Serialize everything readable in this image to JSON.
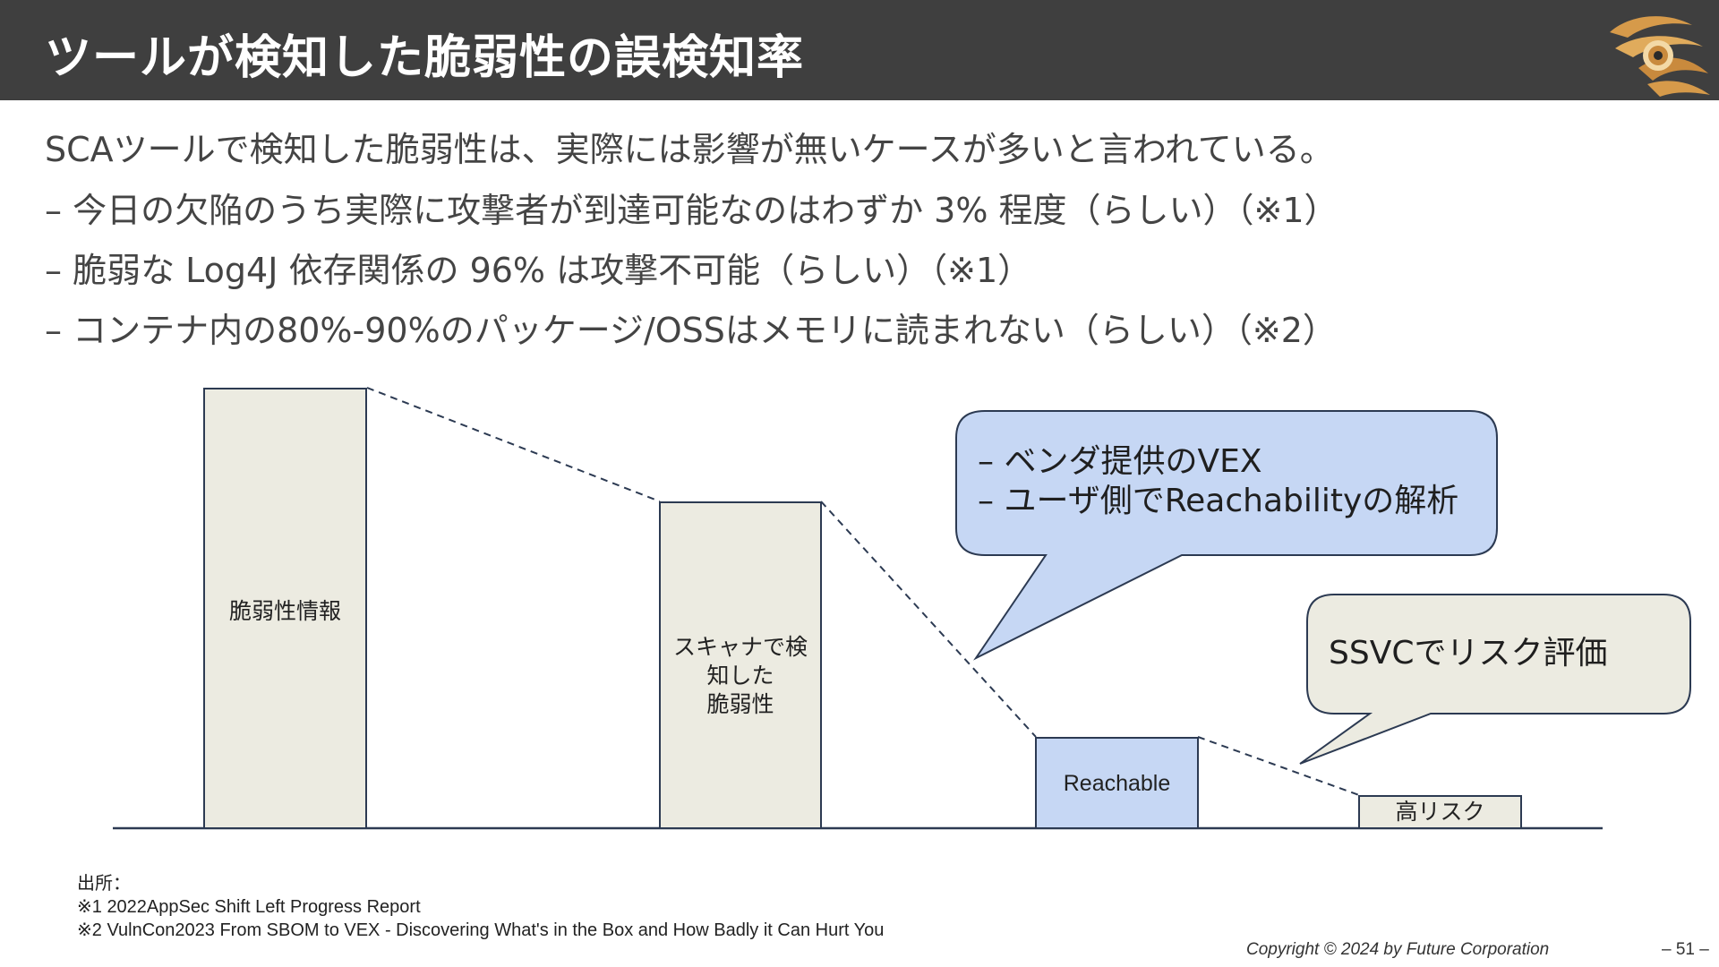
{
  "header": {
    "title": "ツールが検知した脆弱性の誤検知率"
  },
  "body": {
    "intro": "SCAツールで検知した脆弱性は、実際には影響が無いケースが多いと言われている。",
    "bullets": [
      "– 今日の欠陥のうち実際に攻撃者が到達可能なのはわずか 3% 程度（らしい）（※1）",
      "– 脆弱な Log4J 依存関係の 96% は攻撃不可能（らしい）（※1）",
      "– コンテナ内の80%-90%のパッケージ/OSSはメモリに読まれない（らしい）（※2）"
    ]
  },
  "diagram": {
    "stages": [
      {
        "label": "脆弱性情報",
        "color": "#ecebe1"
      },
      {
        "label": "スキャナで検\n知した\n脆弱性",
        "color": "#ecebe1"
      },
      {
        "label": "Reachable",
        "color": "#c6d7f4"
      },
      {
        "label": "高リスク",
        "color": "#ecebe1"
      }
    ],
    "callout_vex": {
      "lines": [
        "– ベンダ提供のVEX",
        "– ユーザ側でReachabilityの解析"
      ],
      "color": "#c6d7f4"
    },
    "callout_ssvc": {
      "text": "SSVCでリスク評価",
      "color": "#ecebe1"
    }
  },
  "footer": {
    "sources_heading": "出所：",
    "sources": [
      "※1 2022AppSec Shift Left Progress Report",
      "※2 VulnCon2023 From SBOM to VEX - Discovering What's in the Box and How Badly it Can Hurt You"
    ],
    "copyright": "Copyright © 2024 by Future Corporation",
    "page_number": "– 51 –"
  },
  "colors": {
    "header_bg": "#3f3f3f",
    "outline": "#2c3a52",
    "beige": "#ecebe1",
    "light_blue": "#c6d7f4"
  },
  "logo": {
    "icon": "owl-eye-logo-icon"
  }
}
